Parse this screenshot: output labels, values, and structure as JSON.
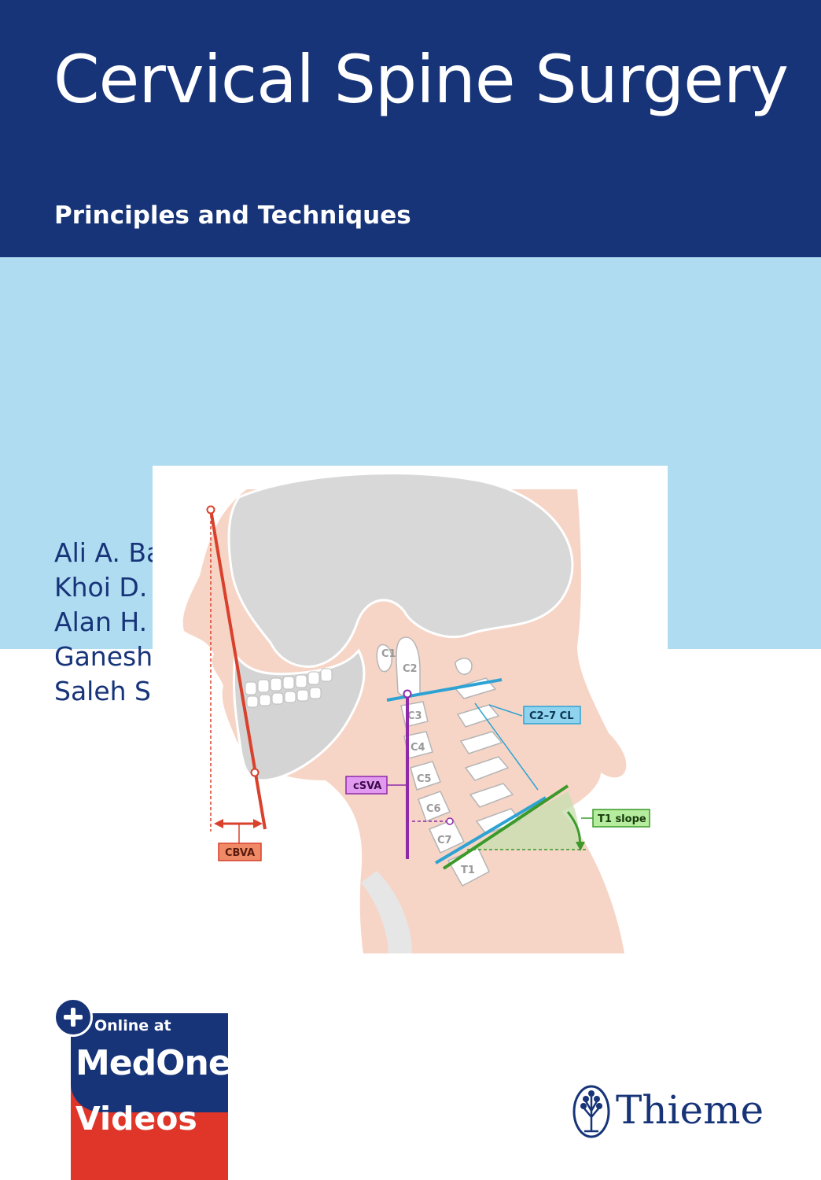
{
  "cover": {
    "title": "Cervical Spine Surgery",
    "subtitle": "Principles and Techniques",
    "authors": [
      "Ali A. Baaj",
      "Khoi D. Than",
      "Alan H. Daniels",
      "Ganesh M. Shankar",
      "Saleh S. Baeesa"
    ]
  },
  "illustration": {
    "vertebra_labels": [
      "C1",
      "C2",
      "C3",
      "C4",
      "C5",
      "C6",
      "C7",
      "T1"
    ],
    "callouts": {
      "cbva": "CBVA",
      "c27cl": "C2–7 CL",
      "csva": "cSVA",
      "t1_slope": "T1 slope"
    }
  },
  "badge": {
    "online_at": "Online at",
    "name": "MedOne",
    "videos": "Videos"
  },
  "publisher": {
    "name": "Thieme"
  },
  "colors": {
    "navy": "#173479",
    "light_blue": "#b0dcf1",
    "red": "#e03529",
    "cbva_red": "#d9412c",
    "csva_purple": "#8e2aa8",
    "cl_blue": "#2ea3d3",
    "t1_green": "#3b9a2a"
  }
}
